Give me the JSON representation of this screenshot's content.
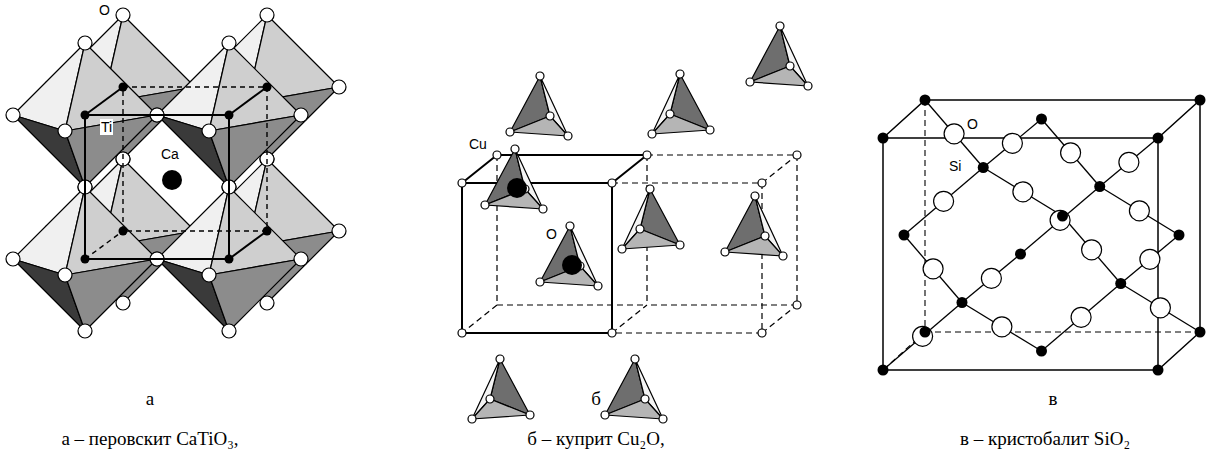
{
  "diagram": {
    "labels": [
      "O",
      "Ti",
      "Ca",
      "Cu",
      "O",
      "O",
      "Si",
      "а",
      "б",
      "в",
      "а – перовскит CaTiO₃,",
      "б – куприт Cu₂O,",
      "в – кристобалит SiO₂"
    ]
  }
}
